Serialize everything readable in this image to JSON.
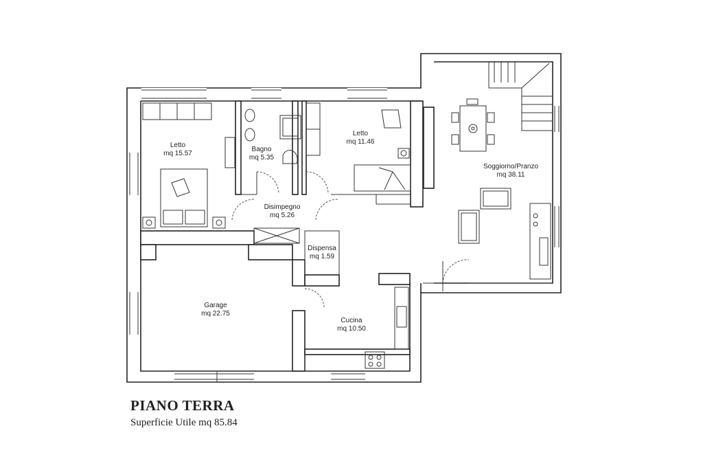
{
  "floor_title": "PIANO TERRA",
  "floor_subtitle": "Superficie Utile mq 85.84",
  "rooms": {
    "letto1": {
      "name": "Letto",
      "area": "mq 15.57"
    },
    "bagno": {
      "name": "Bagno",
      "area": "mq 5.35"
    },
    "letto2": {
      "name": "Letto",
      "area": "mq 11.46"
    },
    "soggiorno": {
      "name": "Soggiorno/Pranzo",
      "area": "mq 38.11"
    },
    "disimpegno": {
      "name": "Disimpegno",
      "area": "mq 5.26"
    },
    "dispensa": {
      "name": "Dispensa",
      "area": "mq 1.59"
    },
    "garage": {
      "name": "Garage",
      "area": "mq 22.75"
    },
    "cucina": {
      "name": "Cucina",
      "area": "mq 10.50"
    }
  }
}
